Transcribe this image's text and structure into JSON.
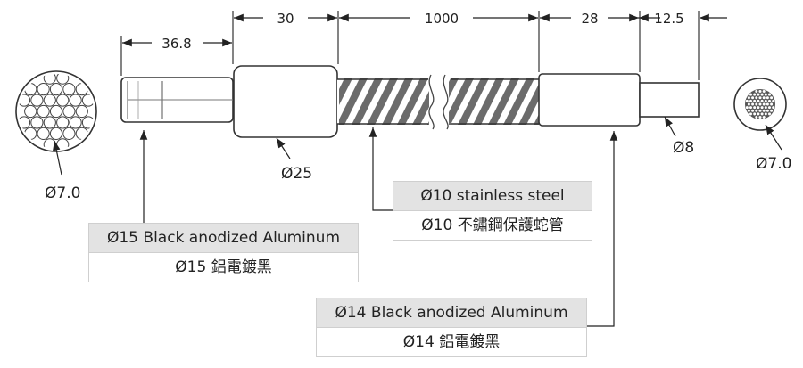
{
  "dimensions": {
    "d1": "36.8",
    "d2": "30",
    "d3": "1000",
    "d4": "28",
    "d5": "12.5"
  },
  "callouts": {
    "left_end_dia": "Ø7.0",
    "right_end_dia": "Ø7.0",
    "nut_dia": "Ø25",
    "tip_dia": "Ø8"
  },
  "labels": {
    "stainless": {
      "en": "Ø10 stainless steel",
      "zh": "Ø10 不鏽鋼保護蛇管"
    },
    "aluminum_left": {
      "en": "Ø15 Black anodized Aluminum",
      "zh": "Ø15 鋁電鍍黑"
    },
    "aluminum_right": {
      "en": "Ø14 Black anodized Aluminum",
      "zh": "Ø14 鋁電鍍黑"
    }
  }
}
